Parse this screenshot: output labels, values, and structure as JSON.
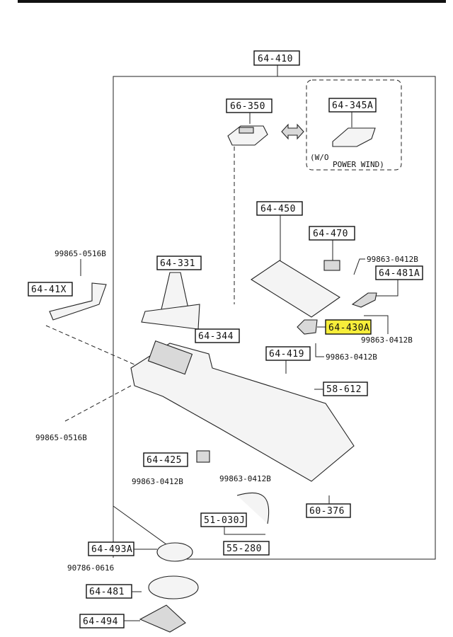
{
  "diagram": {
    "title": "Console assembly exploded parts diagram",
    "highlight_color": "#f7ee3a",
    "parts": [
      {
        "id": "p64410",
        "number": "64-410"
      },
      {
        "id": "p66350",
        "number": "66-350"
      },
      {
        "id": "p64345A",
        "number": "64-345A"
      },
      {
        "id": "p64450",
        "number": "64-450"
      },
      {
        "id": "p64470",
        "number": "64-470"
      },
      {
        "id": "p64481A",
        "number": "64-481A"
      },
      {
        "id": "p64430A",
        "number": "64-430A",
        "highlighted": true
      },
      {
        "id": "p64331",
        "number": "64-331"
      },
      {
        "id": "p64344",
        "number": "64-344"
      },
      {
        "id": "p6441X",
        "number": "64-41X"
      },
      {
        "id": "p64419",
        "number": "64-419"
      },
      {
        "id": "p58612",
        "number": "58-612"
      },
      {
        "id": "p64425",
        "number": "64-425"
      },
      {
        "id": "p60376",
        "number": "60-376"
      },
      {
        "id": "p51030J",
        "number": "51-030J"
      },
      {
        "id": "p55280",
        "number": "55-280"
      },
      {
        "id": "p64493A",
        "number": "64-493A"
      },
      {
        "id": "p64481",
        "number": "64-481"
      },
      {
        "id": "p64494",
        "number": "64-494"
      }
    ],
    "fasteners": [
      {
        "id": "f1",
        "number": "99863-0412B"
      },
      {
        "id": "f2",
        "number": "99863-0412B"
      },
      {
        "id": "f3",
        "number": "99863-0412B"
      },
      {
        "id": "f4",
        "number": "99865-0516B"
      },
      {
        "id": "f5",
        "number": "99865-0516B"
      },
      {
        "id": "f6",
        "number": "99863-0412B"
      },
      {
        "id": "f7",
        "number": "99863-0412B"
      },
      {
        "id": "f8",
        "number": "90786-0616"
      }
    ],
    "notes": {
      "option_line1": "(W/O",
      "option_line2": "POWER WIND)"
    }
  }
}
